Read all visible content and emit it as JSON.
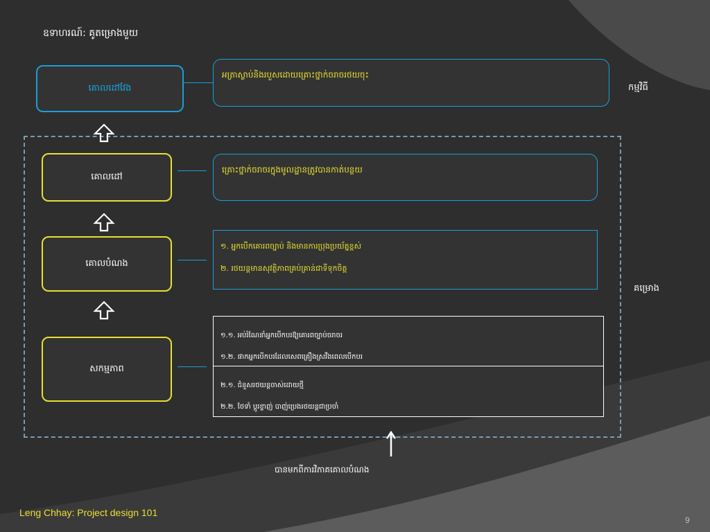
{
  "title": "ឧទាហរណ៍: គូតម្រោងមួយ",
  "left_levels": {
    "goal": "គោលដៅវែង",
    "purpose": "គោលដៅ",
    "output": "គោលបំណង",
    "activities": "សកម្មភាព"
  },
  "right_boxes": {
    "goal_text": "អត្រាស្លាប់និងរបួសដោយគ្រោះថ្នាក់ចរាចរថយចុះ",
    "purpose_text": "គ្រោះថ្នាក់ចរាចរក្នុងមូលដ្ឋានត្រូវបានកាត់បន្ថយ",
    "outputs": [
      "១. អ្នកបើកគោរពច្បាប់ និងមានការប្រុងប្រយ័ត្នខ្ពស់",
      "២. រថយន្តមានសុវត្ថិភាពគ្រប់គ្រាន់ជាទីទុកចិត្ត"
    ],
    "activities_group1": [
      "១.១. អប់រំណែនាំអ្នកបើកបរឱ្យគោរពច្បាប់ចរាចរ",
      "១.២. ផាកអ្នកបើកបរដែលសេពគ្រឿងស្រវឹងពេលបើកបរ"
    ],
    "activities_group2": [
      "២.១. ជំនួសរថយន្តចាស់ដោយថ្មី",
      "២.២. ថែទាំ ប្តូរខ្ទាញ់ បាញ់ប្រេងរថយន្តជាប្រចាំ"
    ]
  },
  "side_labels": {
    "program": "កម្មវិធី",
    "project": "គម្រោង"
  },
  "bottom_label": "បានមកពីការវិភាគគោលបំណង",
  "footer": "Leng Chhay: Project design 101",
  "page_number": "9",
  "colors": {
    "accent_blue": "#1a9fd8",
    "accent_yellow": "#e8e032",
    "background": "#2e2e2e"
  },
  "icons": [
    "up-arrow-outline-icon",
    "up-arrow-line-icon"
  ]
}
